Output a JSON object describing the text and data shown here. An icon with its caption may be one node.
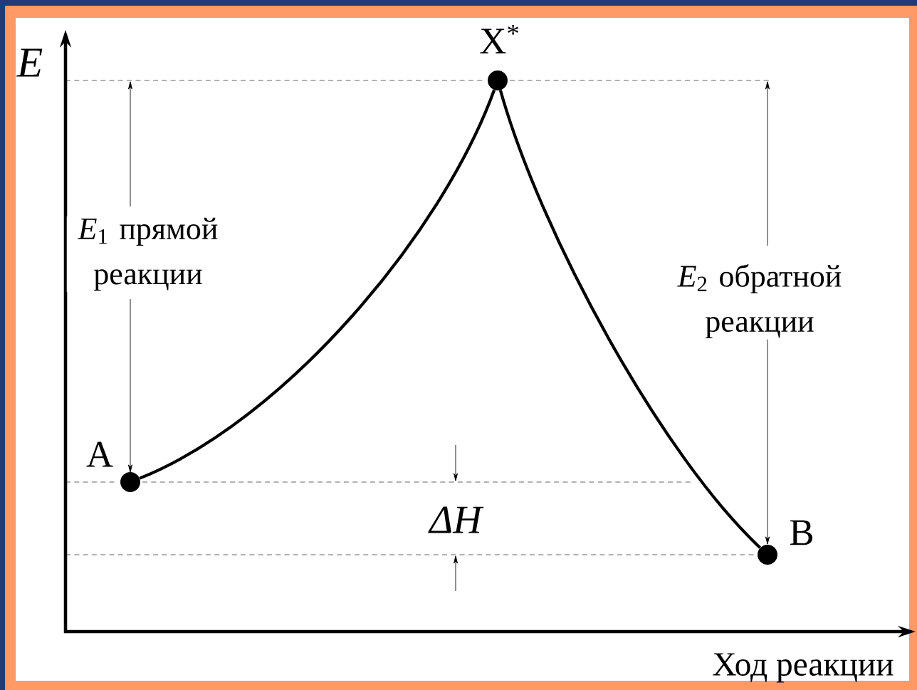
{
  "diagram": {
    "nodes": [
      {
        "text": [],
        "shape": "circle",
        "beside": [
          "A"
        ]
      },
      {
        "text": [],
        "shape": "circle",
        "beside": [
          "X$^{*}$"
        ]
      },
      {
        "text": [],
        "shape": "circle",
        "beside": [
          "B"
        ]
      }
    ],
    "edges": [
      {
        "from": 0,
        "to": 1,
        "arrow": "none"
      },
      {
        "from": 1,
        "to": 2,
        "arrow": "none"
      }
    ],
    "labels": [
      "E",
      "*E*$_{1}$ прямой реакции",
      "*E*$_{2}$ обратной реакции",
      "ΔH",
      "Ход реакции"
    ]
  }
}
